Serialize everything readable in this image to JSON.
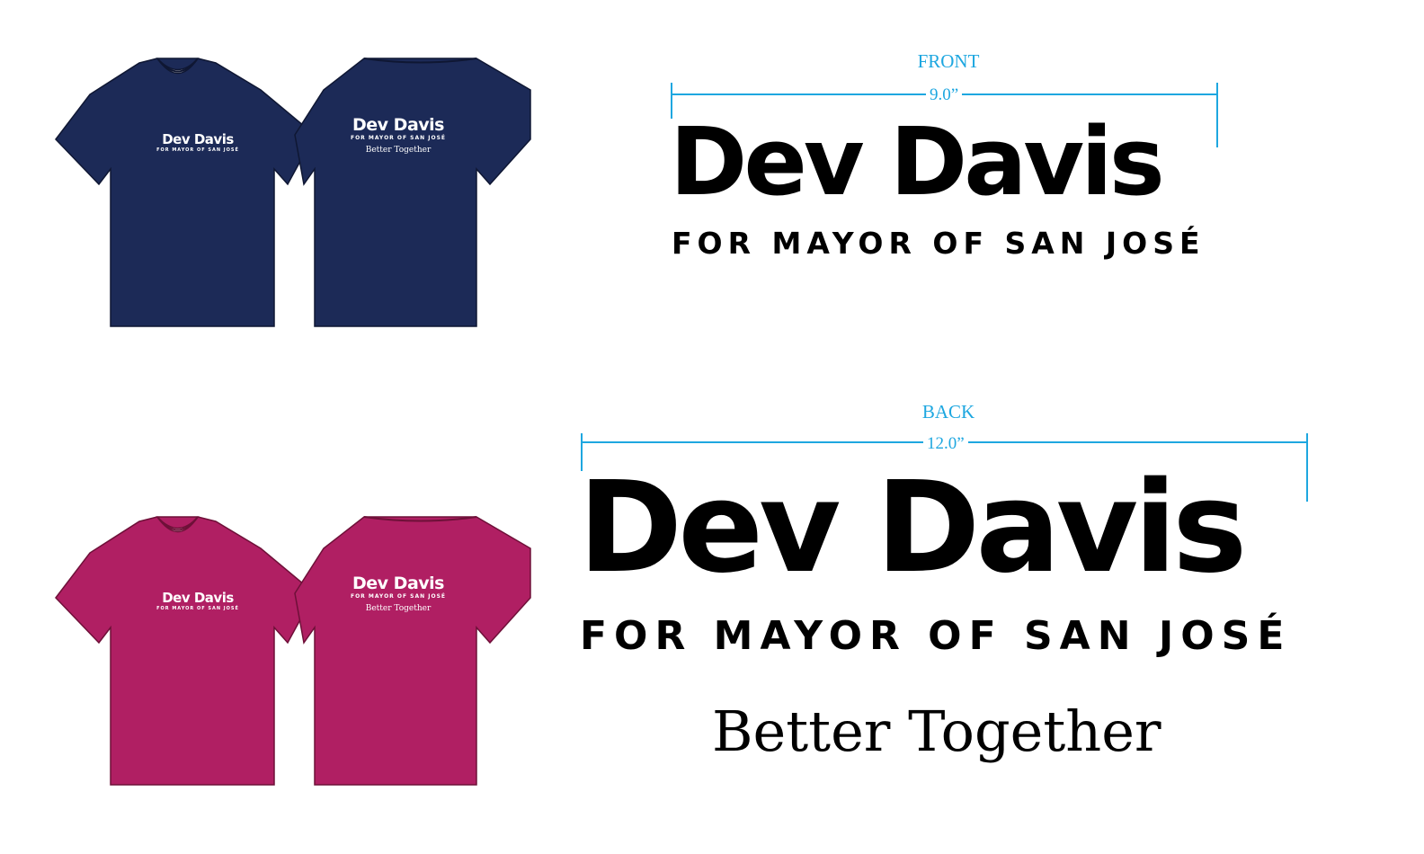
{
  "colors": {
    "navy": "#1c2a57",
    "magenta": "#b01f63",
    "dimension": "#1ea7e0",
    "ink": "#000000"
  },
  "shirts": [
    {
      "front": {
        "name": "Dev Davis",
        "subtitle": "FOR MAYOR OF SAN JOSÉ"
      },
      "back": {
        "name": "Dev Davis",
        "subtitle": "FOR MAYOR OF SAN JOSÉ",
        "tagline": "Better Together"
      }
    },
    {
      "front": {
        "name": "Dev Davis",
        "subtitle": "FOR MAYOR OF SAN JOSÉ"
      },
      "back": {
        "name": "Dev Davis",
        "subtitle": "FOR MAYOR OF SAN JOSÉ",
        "tagline": "Better Together"
      }
    }
  ],
  "front_spec": {
    "label": "FRONT",
    "width": "9.0”",
    "name": "Dev Davis",
    "subtitle": "FOR MAYOR OF SAN JOSÉ"
  },
  "back_spec": {
    "label": "BACK",
    "width": "12.0”",
    "name": "Dev Davis",
    "subtitle": "FOR MAYOR OF SAN JOSÉ",
    "tagline": "Better Together"
  }
}
